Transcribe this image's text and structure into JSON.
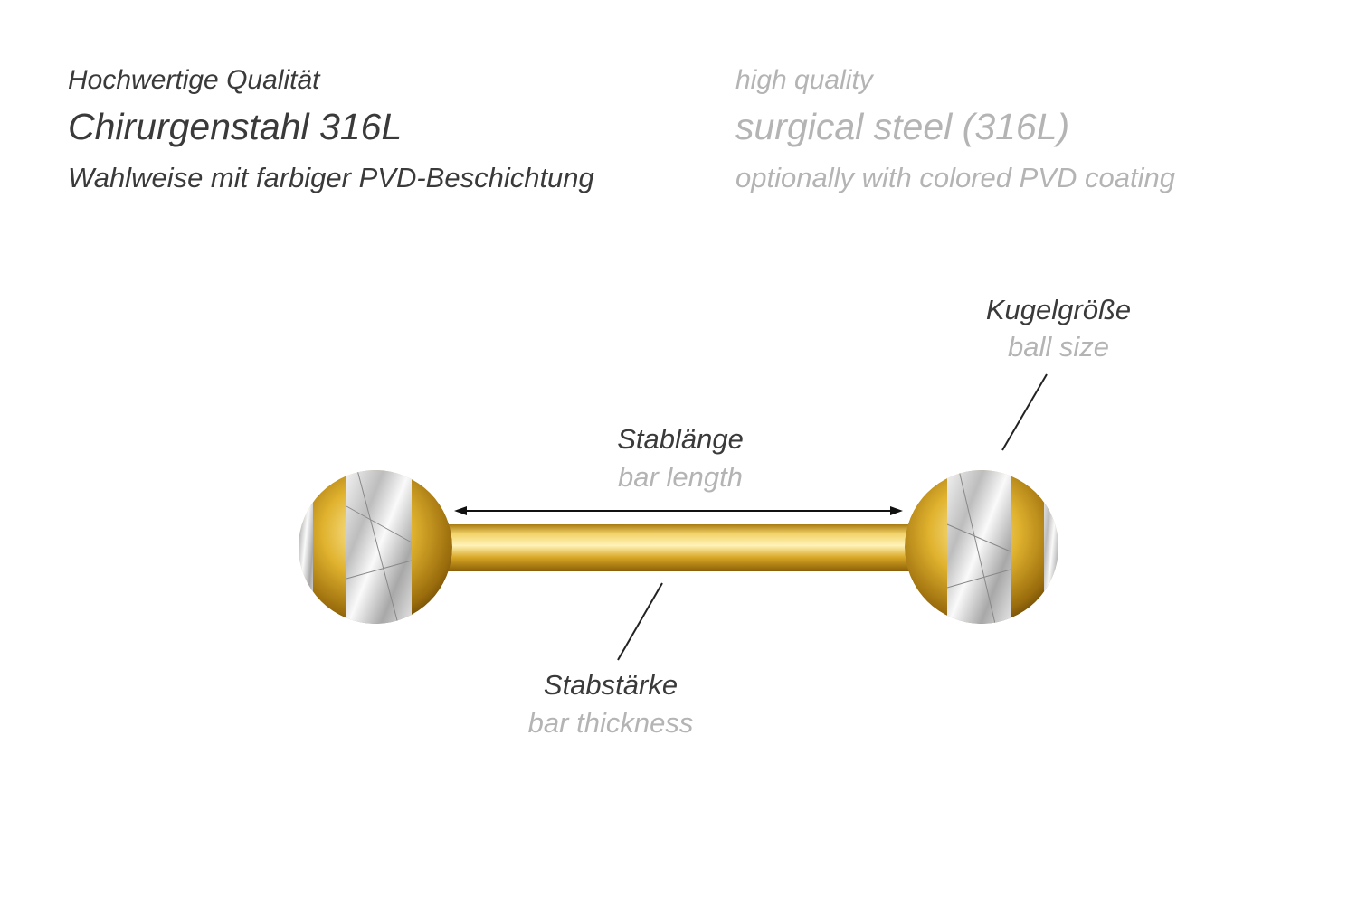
{
  "header": {
    "de": {
      "line1": "Hochwertige Qualität",
      "line2": "Chirurgenstahl 316L",
      "line3": "Wahlweise mit farbiger PVD-Beschichtung"
    },
    "en": {
      "line1": "high quality",
      "line2": "surgical steel (316L)",
      "line3": "optionally with colored PVD coating"
    }
  },
  "labels": {
    "ball_size": {
      "de": "Kugelgröße",
      "en": "ball size"
    },
    "bar_length": {
      "de": "Stablänge",
      "en": "bar length"
    },
    "bar_thickness": {
      "de": "Stabstärke",
      "en": "bar thickness"
    }
  },
  "colors": {
    "gold": "#d4a017",
    "text_dark": "#3a3a3a",
    "text_gray": "#b4b4b4"
  }
}
